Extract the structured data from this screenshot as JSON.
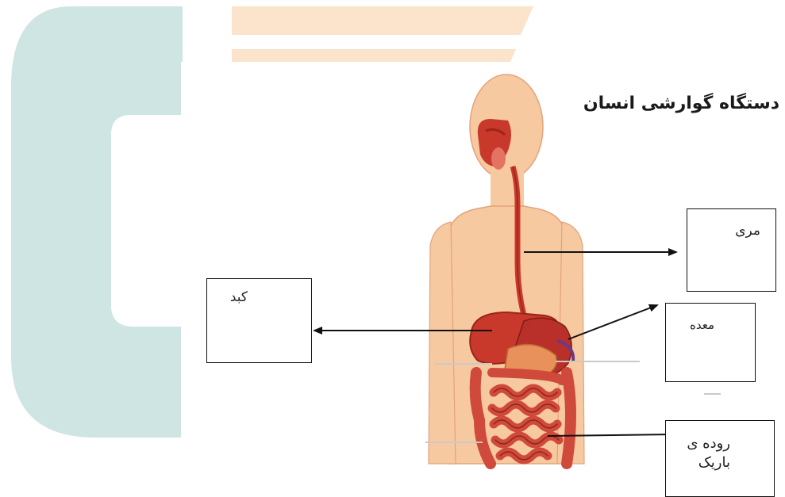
{
  "diagram": {
    "title": "دستگاه گوارشی انسان",
    "labels": {
      "esophagus": "مری",
      "liver": "کبد",
      "stomach": "معده",
      "small_intestine": "روده ی\nباریک"
    },
    "colors": {
      "background_accent": "#cfe5e4",
      "stripe_accent": "#fbe3cc",
      "skin": "#f7c9a1",
      "skin_outline": "#e3a27a",
      "organ_red": "#c8392b",
      "organ_dark": "#9c2418",
      "stomach_orange": "#e9915a",
      "intestine": "#cf4a3a"
    }
  }
}
